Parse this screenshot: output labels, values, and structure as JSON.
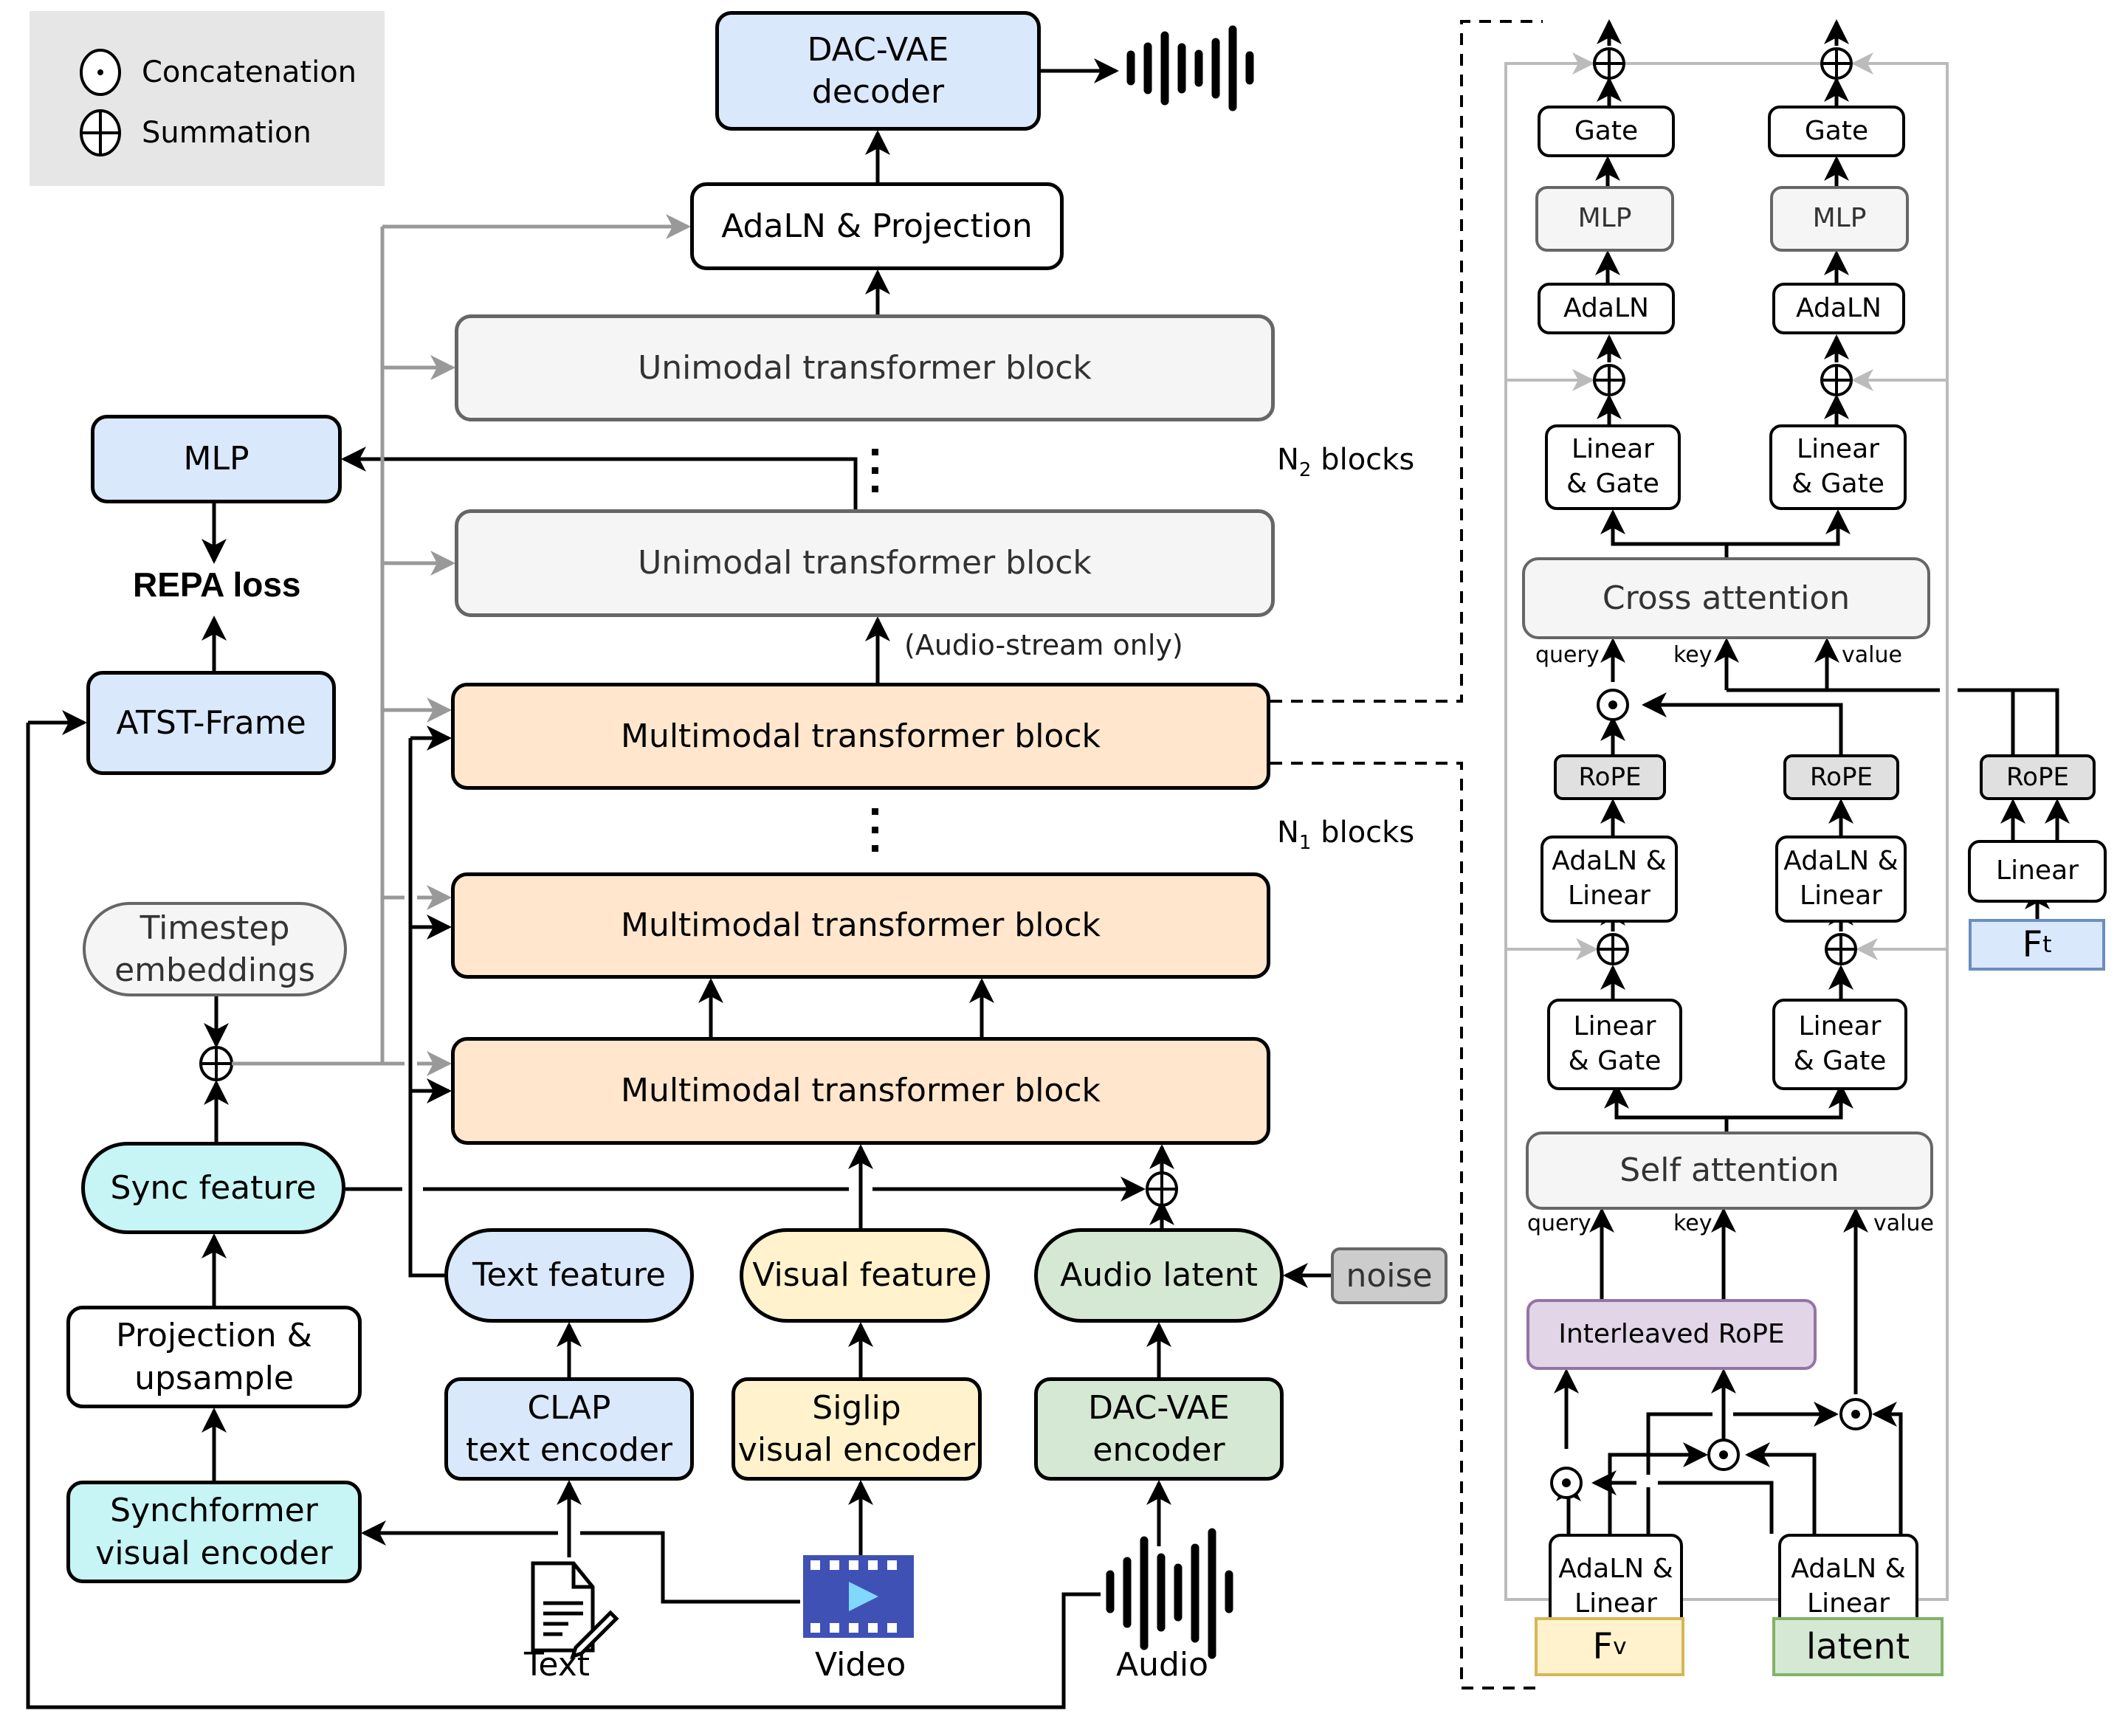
{
  "legend": {
    "concatenation": "Concatenation",
    "summation": "Summation"
  },
  "main": {
    "dac_vae_decoder": "DAC-VAE\ndecoder",
    "adaln_projection": "AdaLN & Projection",
    "unimodal_block": "Unimodal transformer block",
    "multimodal_block": "Multimodal transformer block",
    "n2_blocks_prefix": "N",
    "n2_blocks_sub": "2",
    "n1_blocks_prefix": "N",
    "n1_blocks_sub": "1",
    "blocks_suffix": " blocks",
    "audio_stream_only": "(Audio-stream only)",
    "mlp": "MLP",
    "repa_loss": "REPA loss",
    "atst_frame": "ATST-Frame",
    "timestep_embeddings": "Timestep\nembeddings",
    "sync_feature": "Sync feature",
    "projection_upsample": "Projection &\nupsample",
    "synchformer": "Synchformer\nvisual encoder",
    "text_feature": "Text feature",
    "visual_feature": "Visual feature",
    "audio_latent": "Audio latent",
    "noise": "noise",
    "clap_encoder": "CLAP\ntext encoder",
    "siglip_encoder": "Siglip\nvisual encoder",
    "dac_vae_encoder": "DAC-VAE\nencoder",
    "input_text": "Text",
    "input_video": "Video",
    "input_audio": "Audio"
  },
  "detail": {
    "gate": "Gate",
    "mlp": "MLP",
    "adaln": "AdaLN",
    "linear_gate": "Linear\n& Gate",
    "cross_attention": "Cross attention",
    "self_attention": "Self attention",
    "query": "query",
    "key": "key",
    "value": "value",
    "rope": "RoPE",
    "adaln_linear": "AdaLN &\nLinear",
    "linear": "Linear",
    "ft_main": "F",
    "ft_sub": "t",
    "fv_main": "F",
    "fv_sub": "v",
    "latent": "latent",
    "interleaved_rope": "Interleaved RoPE"
  },
  "colors": {
    "blue_fill": "#dae8fc",
    "peach_fill": "#ffe6cc",
    "yellow_fill": "#fff2cc",
    "green_fill": "#d5e8d4",
    "cyan_fill": "#c7f4f4",
    "purple_fill": "#e1d5e7",
    "gray_connector": "#999999",
    "video_icon": "#3f51b5"
  }
}
